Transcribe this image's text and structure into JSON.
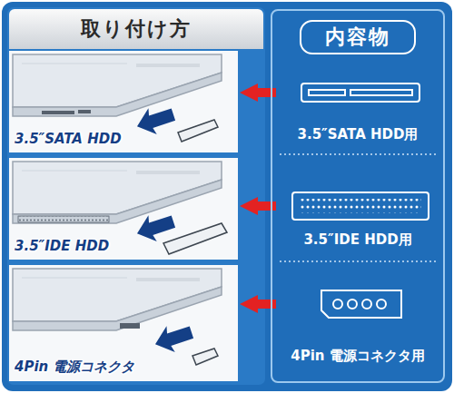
{
  "diagram": {
    "nodes": [
      {
        "text": [
          "取り付け方"
        ]
      },
      {
        "text": [
          "3.5″SATA HDD"
        ]
      },
      {
        "text": [
          "3.5″IDE HDD"
        ]
      },
      {
        "text": [
          "4Pin 電源コネクタ"
        ]
      },
      {
        "text": [
          "内容物"
        ]
      },
      {
        "text": [
          "3.5″SATA HDD用"
        ],
        "in": 4
      },
      {
        "text": [
          "3.5″IDE HDD用"
        ],
        "in": 4
      },
      {
        "text": [
          "4Pin 電源コネクタ用"
        ],
        "in": 4
      }
    ],
    "edges": [
      {
        "from": 5,
        "to": 1,
        "arrow": "to"
      },
      {
        "from": 6,
        "to": 2,
        "arrow": "to"
      },
      {
        "from": 7,
        "to": 3,
        "arrow": "to"
      }
    ]
  }
}
